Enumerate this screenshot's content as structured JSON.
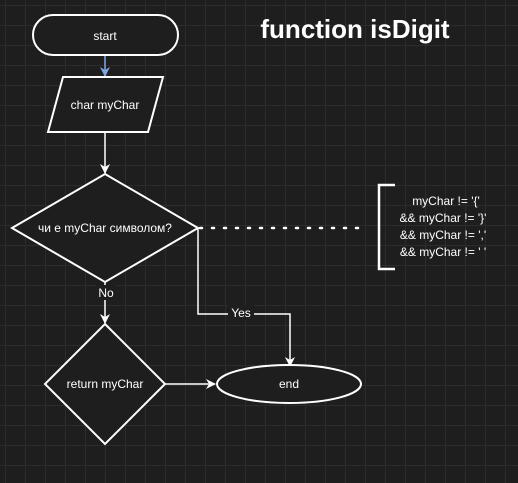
{
  "title": "function isDigit",
  "nodes": {
    "start": "start",
    "input": "char myChar",
    "decision": "чи е myChar символом?",
    "return": "return myChar",
    "end": "end"
  },
  "edges": {
    "no_label": "No",
    "yes_label": "Yes"
  },
  "annotation": {
    "lines": [
      "myChar != '{'",
      "&& myChar != '}'",
      "&& myChar != ','",
      "&& myChar != ' '"
    ]
  },
  "colors": {
    "background": "#1e1e1e",
    "stroke": "#ffffff",
    "arrow_highlight": "#7ea6e0"
  }
}
